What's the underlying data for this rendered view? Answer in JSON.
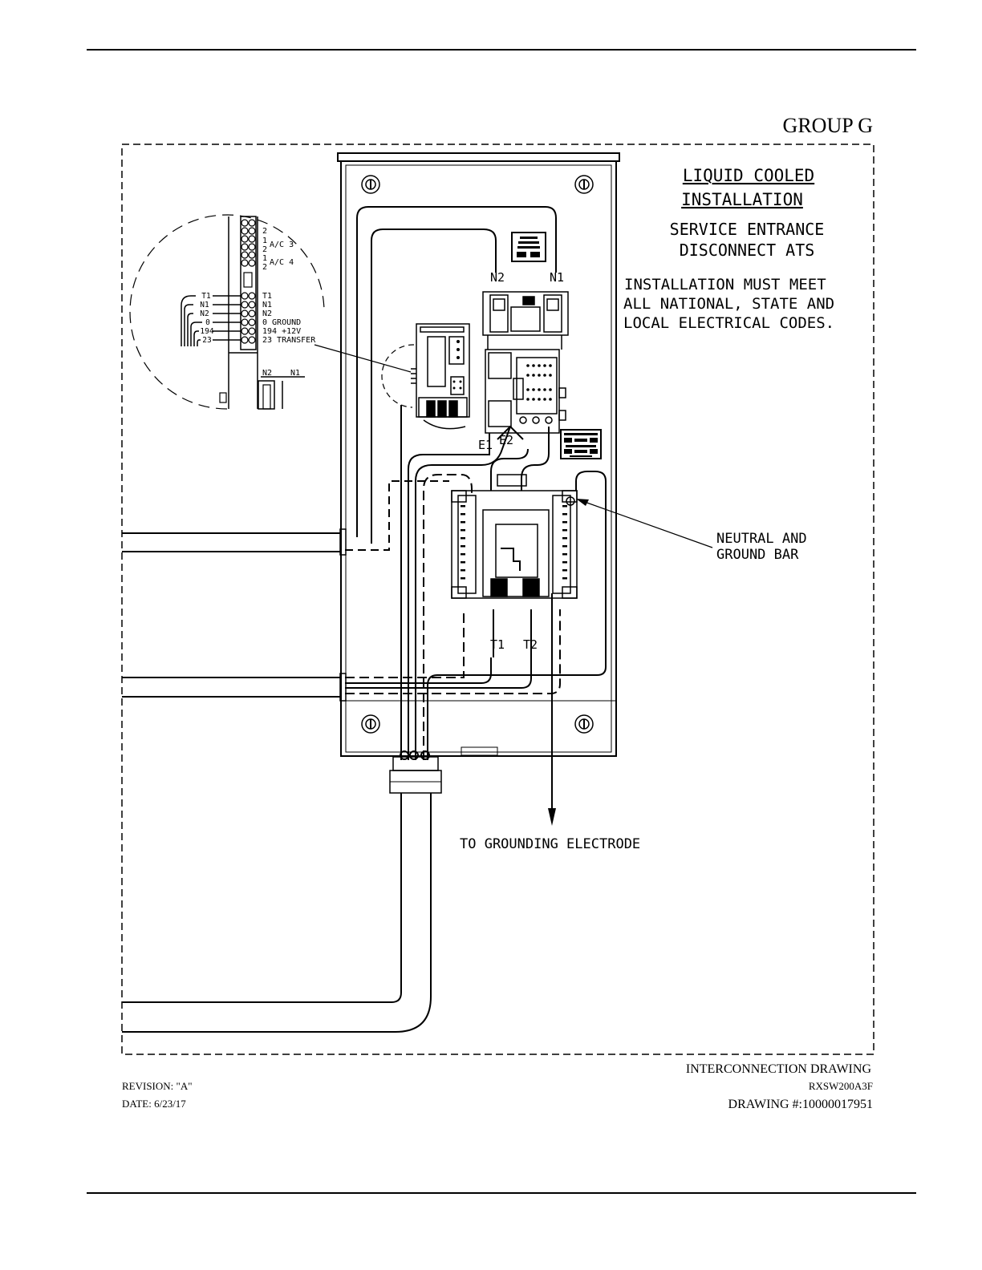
{
  "header": {
    "group_title": "GROUP G"
  },
  "notes": {
    "title_line1": "LIQUID COOLED",
    "title_line2": "INSTALLATION",
    "subtitle_line1": "SERVICE ENTRANCE",
    "subtitle_line2": "DISCONNECT ATS",
    "code_line1": "INSTALLATION MUST MEET",
    "code_line2": "ALL NATIONAL, STATE AND",
    "code_line3": "LOCAL ELECTRICAL CODES."
  },
  "detail_inset": {
    "terminal_a_labels": [
      "2",
      "1",
      "2",
      "1",
      "2"
    ],
    "ac3_label": "A/C 3",
    "ac4_label": "A/C 4",
    "wire_labels": [
      "T1",
      "N1",
      "N2",
      "0",
      "194",
      "23"
    ],
    "terminal_b_labels": [
      "T1",
      "N1",
      "N2",
      "0 GROUND",
      "194 +12V",
      "23 TRANSFER"
    ],
    "bottom_n2": "N2",
    "bottom_n1": "N1"
  },
  "labels": {
    "n2": "N2",
    "n1": "N1",
    "e1": "E1",
    "e2": "E2",
    "t1": "T1",
    "t2": "T2",
    "neutral_line1": "NEUTRAL AND",
    "neutral_line2": "GROUND BAR",
    "grounding": "TO GROUNDING ELECTRODE"
  },
  "footer": {
    "drawing_title": "INTERCONNECTION DRAWING",
    "revision": "REVISION: \"A\"",
    "model": "RXSW200A3F",
    "date": "DATE: 6/23/17",
    "drawing_number": "DRAWING #:10000017951"
  }
}
